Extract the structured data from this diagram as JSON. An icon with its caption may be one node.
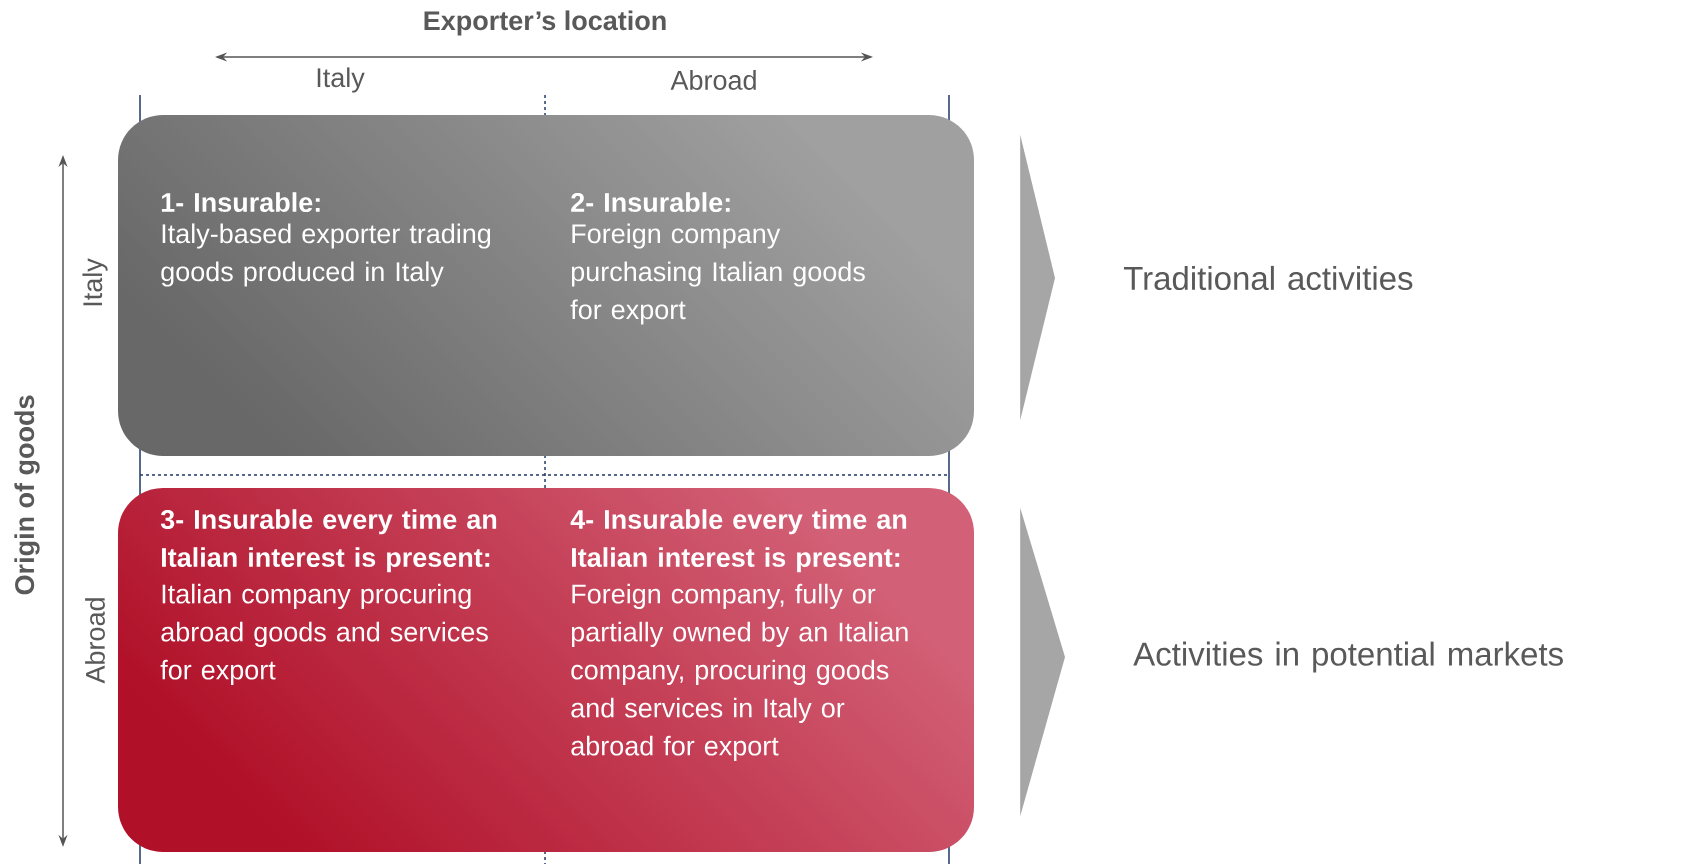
{
  "diagram": {
    "nodes": [
      {
        "text": [
          "1- Insurable:",
          "Italy-based exporter trading goods produced in Italy",
          "2- Insurable:",
          "Foreign company purchasing Italian goods for export"
        ]
      },
      {
        "text": [
          "3- Insurable every time an Italian interest is present:",
          "Italian company procuring abroad goods and services for export",
          "4- Insurable every time an Italian interest is present:",
          "Foreign company, fully or partially owned by an Italian company, procuring goods and services in Italy or abroad for export"
        ]
      },
      {
        "text": [
          "Traditional activities"
        ]
      },
      {
        "text": [
          "Activities in potential markets"
        ]
      }
    ],
    "edges": [
      {
        "from": 0,
        "to": 2,
        "arrow": "to"
      },
      {
        "from": 1,
        "to": 3,
        "arrow": "to"
      }
    ],
    "labels": [
      "Exporter’s location",
      "Italy",
      "Abroad",
      "Origin of goods",
      "Italy",
      "Abroad"
    ]
  }
}
